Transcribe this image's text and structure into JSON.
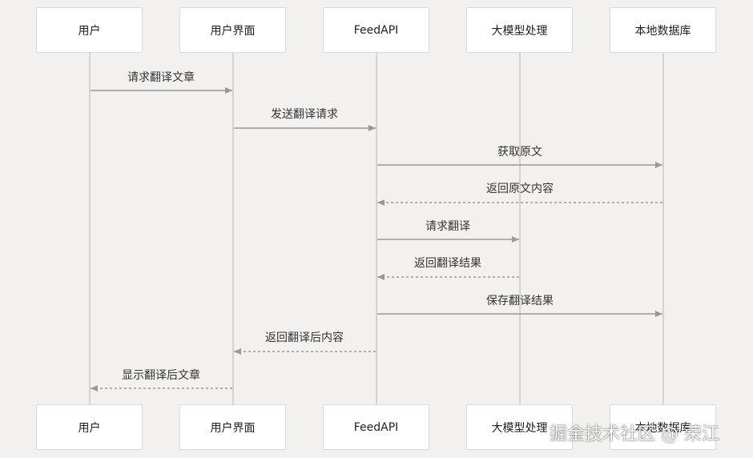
{
  "participants": [
    {
      "id": "user",
      "label": "用户"
    },
    {
      "id": "ui",
      "label": "用户界面"
    },
    {
      "id": "api",
      "label": "FeedAPI"
    },
    {
      "id": "llm",
      "label": "大模型处理"
    },
    {
      "id": "db",
      "label": "本地数据库"
    }
  ],
  "messages": [
    {
      "label": "请求翻译文章",
      "from": 0,
      "to": 1,
      "style": "solid"
    },
    {
      "label": "发送翻译请求",
      "from": 1,
      "to": 2,
      "style": "solid"
    },
    {
      "label": "获取原文",
      "from": 2,
      "to": 4,
      "style": "solid"
    },
    {
      "label": "返回原文内容",
      "from": 4,
      "to": 2,
      "style": "dashed"
    },
    {
      "label": "请求翻译",
      "from": 2,
      "to": 3,
      "style": "solid"
    },
    {
      "label": "返回翻译结果",
      "from": 3,
      "to": 2,
      "style": "dashed"
    },
    {
      "label": "保存翻译结果",
      "from": 2,
      "to": 4,
      "style": "solid"
    },
    {
      "label": "返回翻译后内容",
      "from": 2,
      "to": 1,
      "style": "dashed"
    },
    {
      "label": "显示翻译后文章",
      "from": 1,
      "to": 0,
      "style": "dashed"
    }
  ],
  "watermark": "掘金技术社区 @ 荣江",
  "colors": {
    "line": "#999999",
    "arrow": "#999999",
    "box_border": "#d9d9d9",
    "background": "#f2f1f0"
  }
}
